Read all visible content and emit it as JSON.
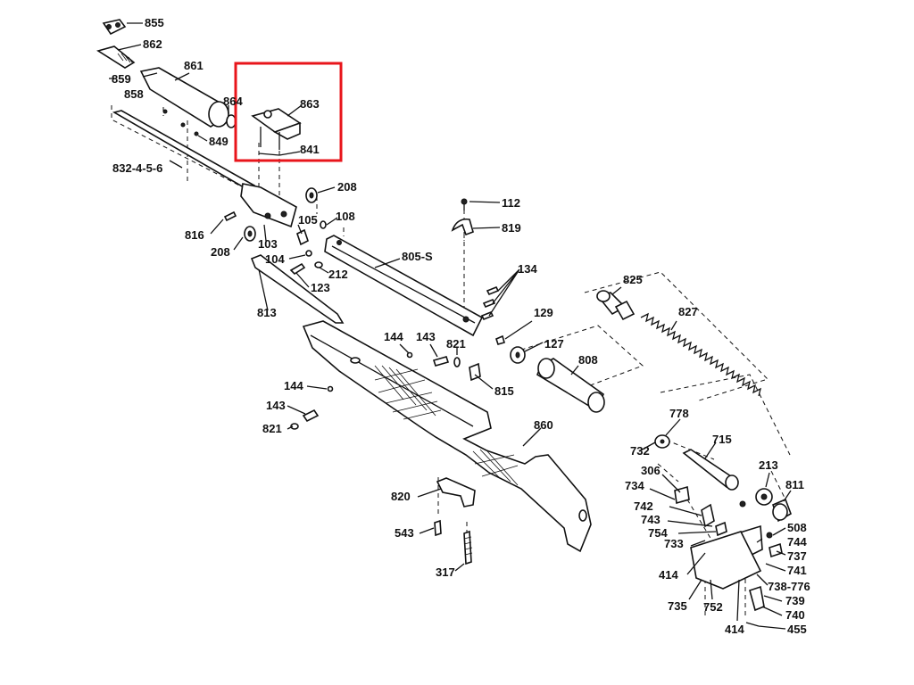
{
  "highlight": {
    "color": "#e8151b"
  },
  "labels": {
    "l855": "855",
    "l862": "862",
    "l861": "861",
    "l859": "859",
    "l858": "858",
    "l864": "864",
    "l849": "849",
    "l832": "832-4-5-6",
    "l863": "863",
    "l841": "841",
    "l208a": "208",
    "l816": "816",
    "l103": "103",
    "l105": "105",
    "l108": "108",
    "l208b": "208",
    "l104": "104",
    "l212": "212",
    "l123": "123",
    "l813": "813",
    "l112": "112",
    "l819": "819",
    "l805": "805-S",
    "l134": "134",
    "l825": "825",
    "l827": "827",
    "l129": "129",
    "l127": "127",
    "l808": "808",
    "l144a": "144",
    "l143a": "143",
    "l821a": "821",
    "l815": "815",
    "l144b": "144",
    "l143b": "143",
    "l821b": "821",
    "l860": "860",
    "l820": "820",
    "l543": "543",
    "l317": "317",
    "l778": "778",
    "l732": "732",
    "l715": "715",
    "l213": "213",
    "l306": "306",
    "l811": "811",
    "l734": "734",
    "l742": "742",
    "l743": "743",
    "l754": "754",
    "l508": "508",
    "l733": "733",
    "l744": "744",
    "l737": "737",
    "l414a": "414",
    "l741": "741",
    "l738": "738-776",
    "l735": "735",
    "l752": "752",
    "l739": "739",
    "l740": "740",
    "l414b": "414",
    "l455": "455"
  }
}
